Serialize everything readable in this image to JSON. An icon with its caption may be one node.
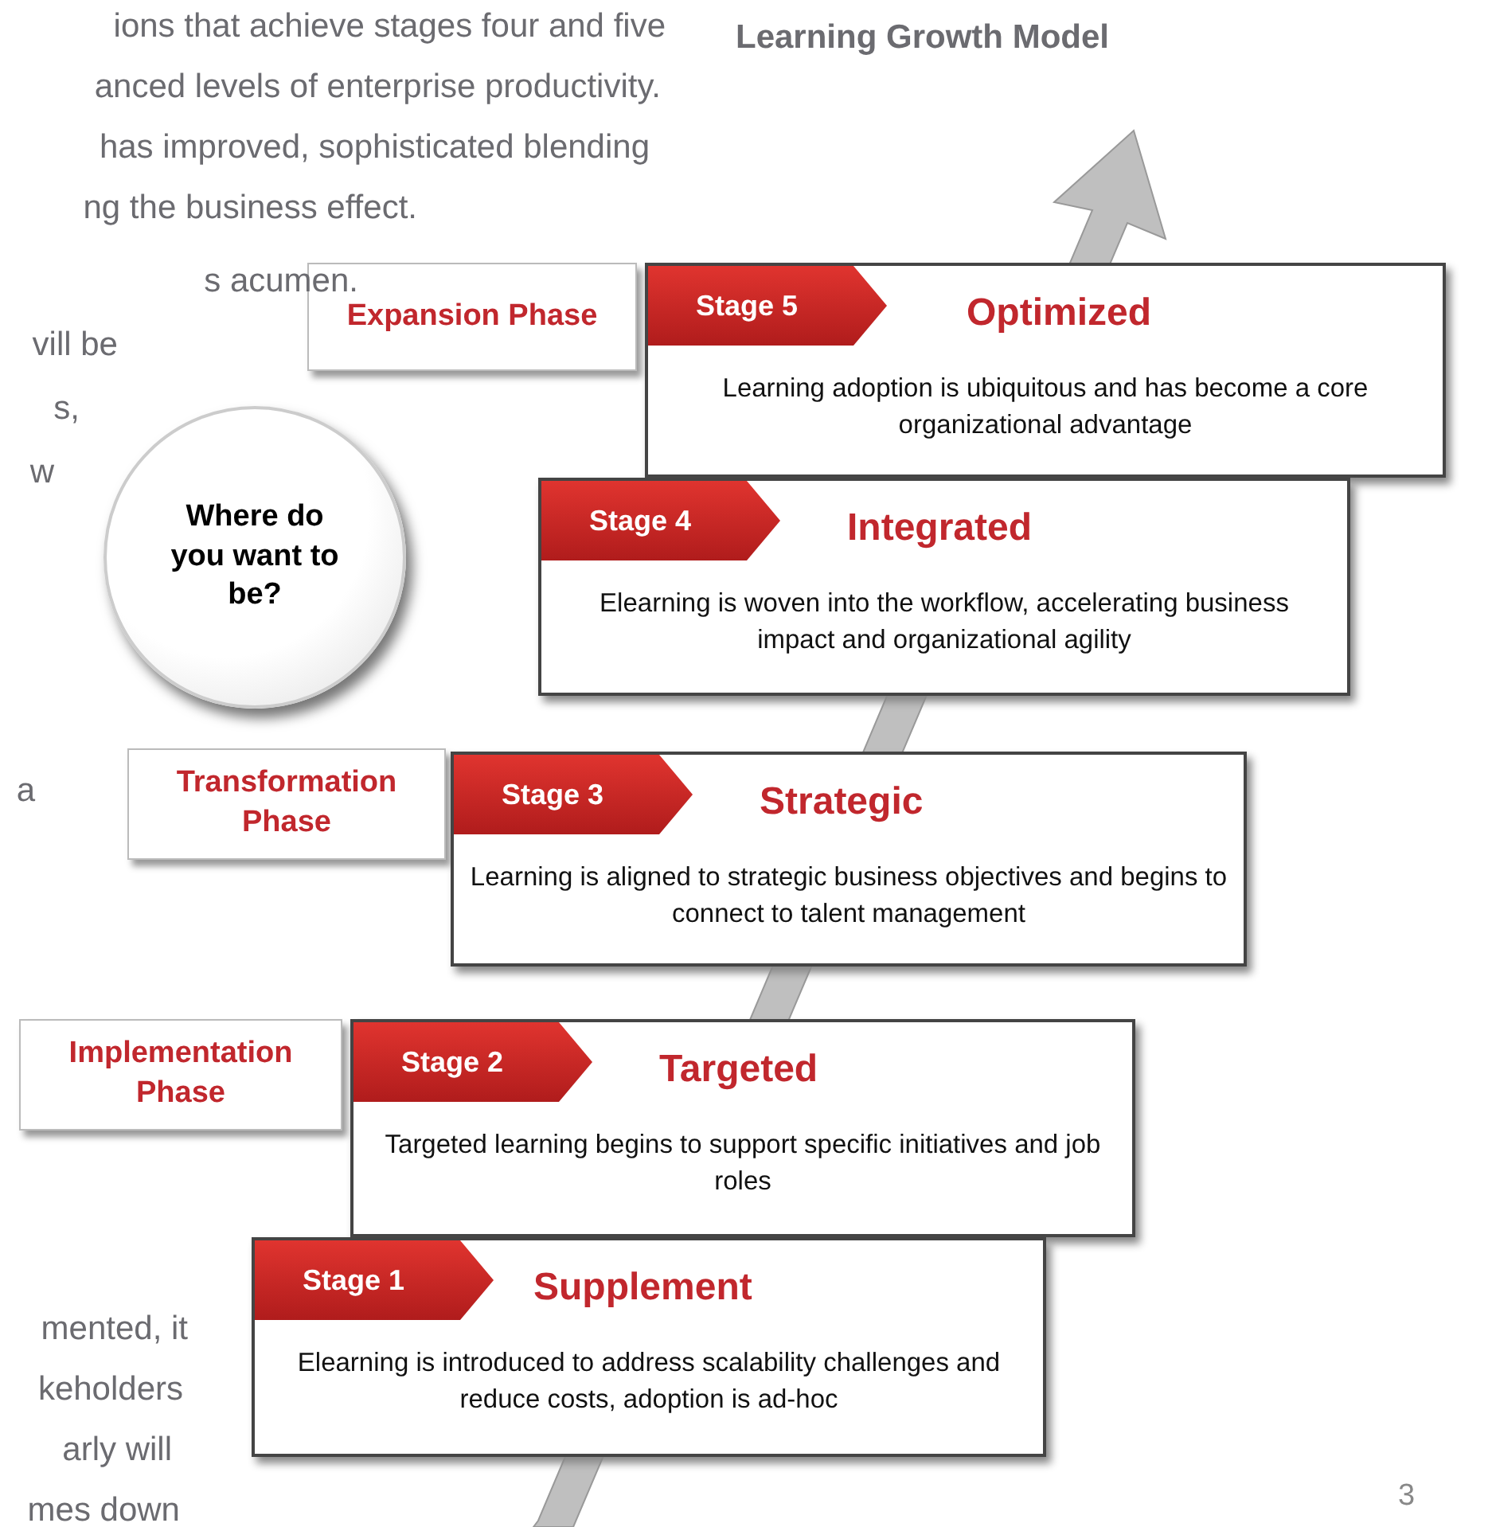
{
  "diagram": {
    "title": "Learning Growth Model",
    "nodes": [
      {
        "text": [
          "Expansion Phase"
        ]
      },
      {
        "text": [
          "Stage 5",
          "Optimized",
          "Learning adoption is ubiquitous and has become a core organizational advantage"
        ]
      },
      {
        "text": [
          "Where do you want to be?"
        ]
      },
      {
        "text": [
          "Stage 4",
          "Integrated",
          "Elearning is woven into the workflow, accelerating business impact and organizational agility"
        ]
      },
      {
        "text": [
          "Transformation Phase"
        ]
      },
      {
        "text": [
          "Stage 3",
          "Strategic",
          "Learning is aligned to strategic business objectives and begins to connect to talent management"
        ]
      },
      {
        "text": [
          "Implementation Phase"
        ]
      },
      {
        "text": [
          "Stage 2",
          "Targeted",
          "Targeted learning begins to support specific initiatives and job roles"
        ]
      },
      {
        "text": [
          "Stage 1",
          "Supplement",
          "Elearning is introduced to address scalability challenges and reduce costs, adoption is ad-hoc"
        ]
      }
    ],
    "labels": [
      "ions that achieve stages four and five",
      "anced levels of enterprise productivity.",
      "has improved, sophisticated blending",
      "ng the business effect.",
      "s acumen.",
      "vill be",
      "s,",
      "w",
      "a",
      "mented, it",
      "keholders",
      "arly will",
      "mes down",
      "3"
    ]
  }
}
